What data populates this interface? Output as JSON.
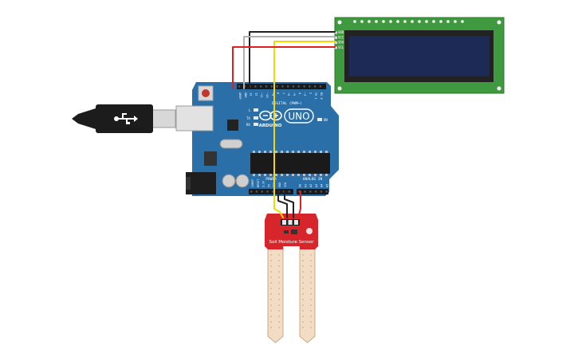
{
  "board": {
    "brand": "ARDUINO",
    "model": "UNO",
    "digital_label": "DIGITAL (PWM~)",
    "power_label": "POWER",
    "analog_label": "ANALOG IN",
    "led_l": "L",
    "led_tx": "TX",
    "led_rx": "RX",
    "led_on": "ON",
    "pins_top": [
      "AREF",
      "GND",
      "13",
      "12",
      "~11",
      "~10",
      "~9",
      "8",
      "7",
      "~6",
      "~5",
      "4",
      "~3",
      "2",
      "TX 1",
      "RX 0"
    ],
    "pins_power": [
      "IOREF",
      "RESET",
      "3.3V",
      "5V",
      "GND",
      "GND",
      "VIN"
    ],
    "pins_analog": [
      "A0",
      "A1",
      "A2",
      "A3",
      "A4",
      "A5"
    ]
  },
  "lcd": {
    "pins": [
      "GND",
      "VCC",
      "SDA",
      "SCL"
    ]
  },
  "sensor": {
    "title": "Soil Moisture Sensor"
  },
  "colors": {
    "board": "#2a6fa8",
    "lcd_pcb": "#3f9a3f",
    "lcd_screen": "#1c2a55",
    "sensor": "#d6262b",
    "wire_red": "#e02020",
    "wire_black": "#222222",
    "wire_yellow": "#f5d800",
    "wire_gray": "#b0b0b0"
  }
}
